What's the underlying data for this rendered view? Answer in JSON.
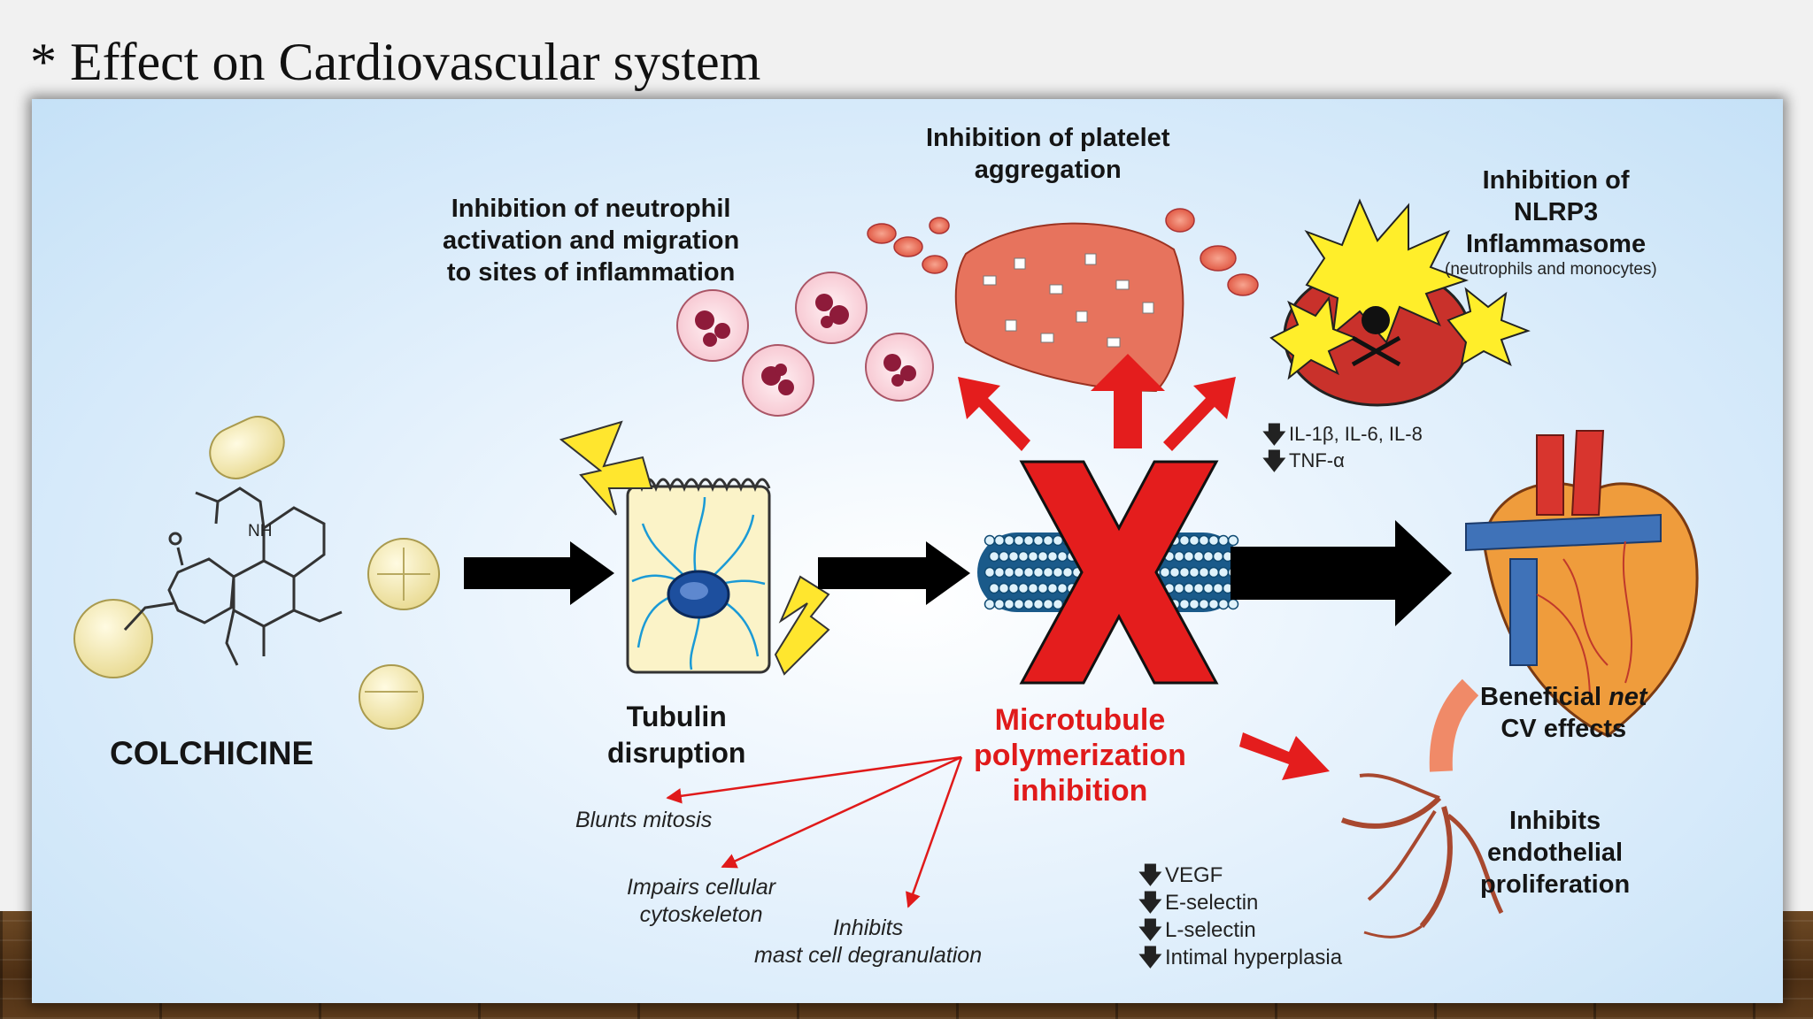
{
  "slide": {
    "title": "* Effect on Cardiovascular system"
  },
  "figure": {
    "colchicine": "COLCHICINE",
    "molecule_label": "NH",
    "tubulin": [
      "Tubulin",
      "disruption"
    ],
    "microtubule": [
      "Microtubule",
      "polymerization",
      "inhibition"
    ],
    "neutrophil": [
      "Inhibition of neutrophil",
      "activation and migration",
      "to sites of inflammation"
    ],
    "platelet": [
      "Inhibition of platelet",
      "aggregation"
    ],
    "nlrp3": [
      "Inhibition of",
      "NLRP3",
      "Inflammasome"
    ],
    "nlrp3_note": "(neutrophils and monocytes)",
    "cytokines": [
      "IL-1β, IL-6, IL-8",
      "TNF-α"
    ],
    "beneficial_pre": "Beneficial ",
    "beneficial_em": "net",
    "beneficial_line2": "CV effects",
    "endothelial": [
      "Inhibits",
      "endothelial",
      "proliferation"
    ],
    "vascular_markers": [
      "VEGF",
      "E-selectin",
      "L-selectin",
      "Intimal hyperplasia"
    ],
    "blunts": "Blunts mitosis",
    "impairs": [
      "Impairs cellular",
      "cytoskeleton"
    ],
    "mast": [
      "Inhibits",
      "mast cell degranulation"
    ],
    "down_arrow": "🡇"
  },
  "colors": {
    "accent_red": "#e01a1a",
    "arrow_black": "#000000",
    "title_text": "#111111"
  }
}
